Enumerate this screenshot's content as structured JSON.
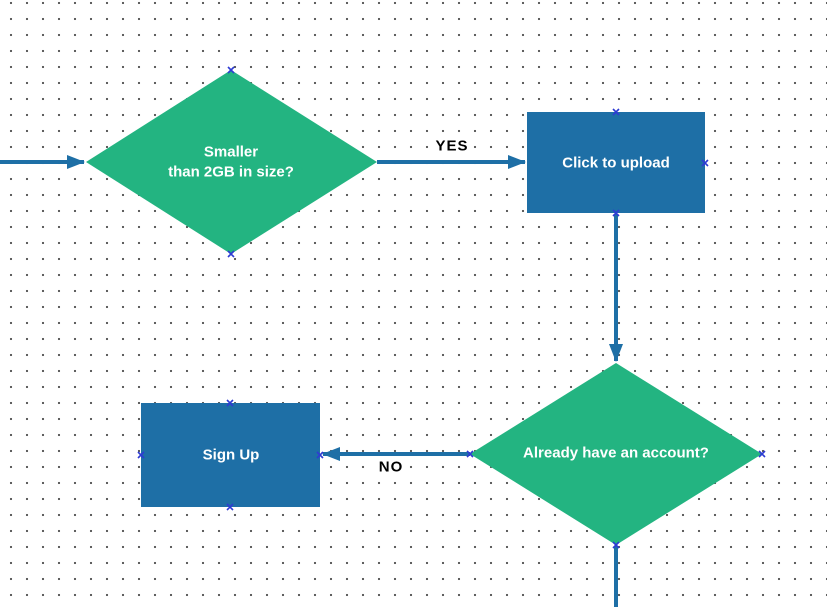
{
  "theme": {
    "canvas_bg": "#ffffff",
    "grid_dot_color": "#4d4d4d",
    "decision_fill": "#23b481",
    "process_fill": "#1e6fa6",
    "edge_color": "#1e6fa6",
    "node_text_color": "#ffffff",
    "edge_label_color": "#000000",
    "edge_label_bg": "#ffffff",
    "connection_point_color": "#2e3bd3"
  },
  "nodes": {
    "size_check": {
      "type": "decision",
      "label": "Smaller\nthan 2GB in size?"
    },
    "upload": {
      "type": "process",
      "label": "Click to upload"
    },
    "account_check": {
      "type": "decision",
      "label": "Already have an account?"
    },
    "signup": {
      "type": "process",
      "label": "Sign Up"
    }
  },
  "edge_labels": {
    "yes": "YES",
    "no": "NO"
  }
}
